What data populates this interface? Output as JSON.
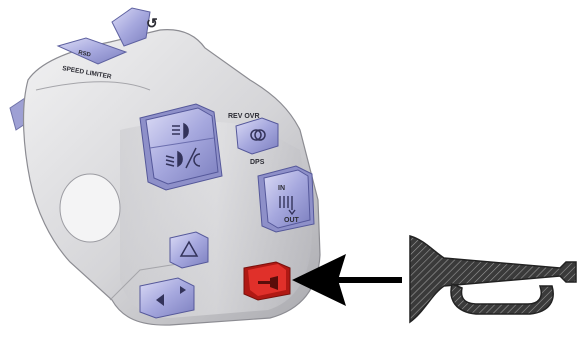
{
  "switch_labels": {
    "rsd": "RSD",
    "speed_limiter": "SPEED LIMITER",
    "rev_ovr": "REV OVR",
    "dps": "DPS",
    "in": "IN",
    "out": "OUT"
  },
  "icons": {
    "headlight_switch": "headlight-high-low-beam-icon",
    "hazard_button": "hazard-triangle-icon",
    "turn_signal": "turn-signal-arrow-icon",
    "horn_button": "horn-button-icon",
    "dps_button": "dps-circle-icon",
    "in_out_button": "in-out-lever-icon",
    "pointer": "left-arrow-icon",
    "horn_symbol": "bugle-horn-icon"
  },
  "colors": {
    "housing": "#d6d6d9",
    "button": "#a8aadf",
    "horn_button": "#d8261f",
    "arrow": "#000000",
    "horn_symbol": "#333333"
  }
}
